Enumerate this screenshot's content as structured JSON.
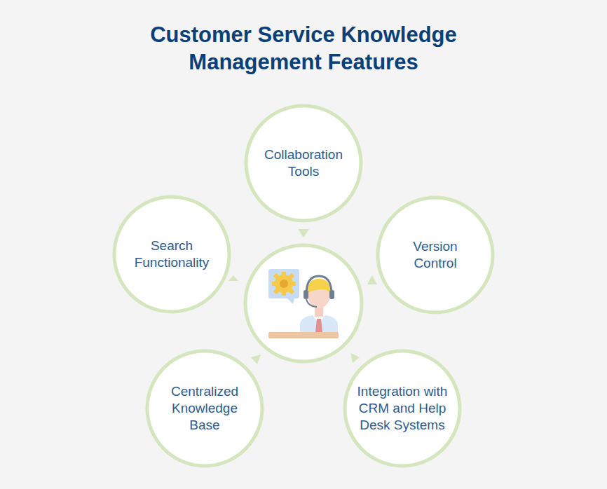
{
  "diagram": {
    "title": "Customer Service Knowledge Management Features",
    "nodes": [
      {
        "text": [
          "Collaboration Tools"
        ]
      },
      {
        "text": [
          "Search Functionality"
        ]
      },
      {
        "text": [
          "Version Control"
        ]
      },
      {
        "text": [
          "Centralized Knowledge Base"
        ]
      },
      {
        "text": [
          "Integration with CRM and Help Desk Systems"
        ]
      }
    ]
  }
}
